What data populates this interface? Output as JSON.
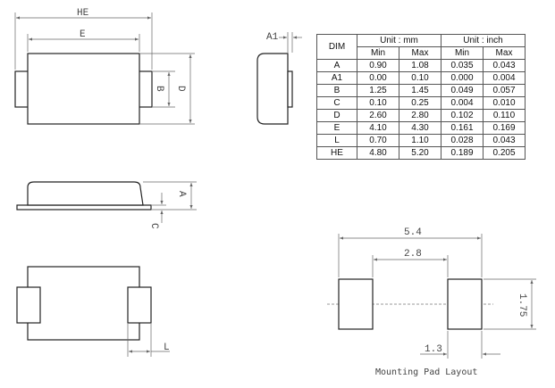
{
  "labels": {
    "he": "HE",
    "e": "E",
    "b": "B",
    "d": "D",
    "a1": "A1",
    "a": "A",
    "c": "C",
    "l": "L"
  },
  "pad_layout": {
    "dim_total": "5.4",
    "dim_inner": "2.8",
    "dim_height": "1.75",
    "dim_pad_width": "1.3",
    "caption": "Mounting Pad Layout"
  },
  "table": {
    "dim_header": "DIM",
    "unit_mm": "Unit : mm",
    "unit_inch": "Unit : inch",
    "min": "Min",
    "max": "Max",
    "rows": [
      {
        "dim": "A",
        "mm_min": "0.90",
        "mm_max": "1.08",
        "in_min": "0.035",
        "in_max": "0.043"
      },
      {
        "dim": "A1",
        "mm_min": "0.00",
        "mm_max": "0.10",
        "in_min": "0.000",
        "in_max": "0.004"
      },
      {
        "dim": "B",
        "mm_min": "1.25",
        "mm_max": "1.45",
        "in_min": "0.049",
        "in_max": "0.057"
      },
      {
        "dim": "C",
        "mm_min": "0.10",
        "mm_max": "0.25",
        "in_min": "0.004",
        "in_max": "0.010"
      },
      {
        "dim": "D",
        "mm_min": "2.60",
        "mm_max": "2.80",
        "in_min": "0.102",
        "in_max": "0.110"
      },
      {
        "dim": "E",
        "mm_min": "4.10",
        "mm_max": "4.30",
        "in_min": "0.161",
        "in_max": "0.169"
      },
      {
        "dim": "L",
        "mm_min": "0.70",
        "mm_max": "1.10",
        "in_min": "0.028",
        "in_max": "0.043"
      },
      {
        "dim": "HE",
        "mm_min": "4.80",
        "mm_max": "5.20",
        "in_min": "0.189",
        "in_max": "0.205"
      }
    ]
  }
}
